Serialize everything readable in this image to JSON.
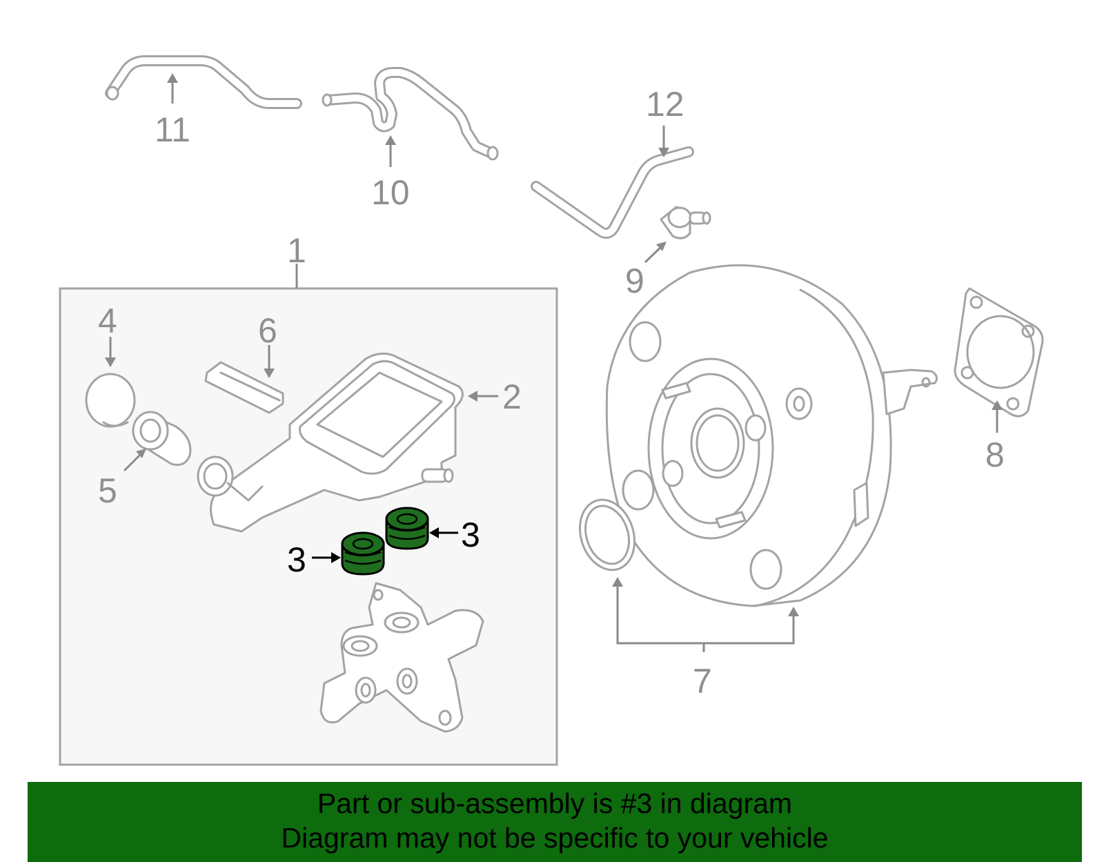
{
  "diagram": {
    "callouts": {
      "c1": "1",
      "c2": "2",
      "c3a": "3",
      "c3b": "3",
      "c4": "4",
      "c5": "5",
      "c6": "6",
      "c7": "7",
      "c8": "8",
      "c9": "9",
      "c10": "10",
      "c11": "11",
      "c12": "12"
    },
    "colors": {
      "highlight_fill": "#1f6e1f",
      "banner_bg": "#0e6b0e",
      "line_gray": "#a3a3a3",
      "box_fill": "#f7f7f7"
    }
  },
  "banner": {
    "line1": "Part or sub-assembly is #3 in diagram",
    "line2": "Diagram may not be specific to your vehicle"
  }
}
